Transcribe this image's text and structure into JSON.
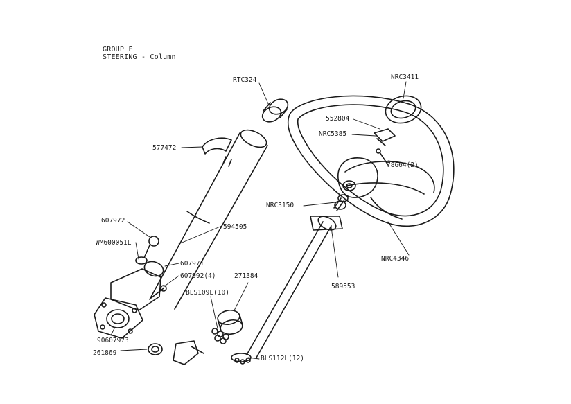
{
  "header": {
    "group": "GROUP F",
    "section": "STEERING - Column"
  },
  "parts": {
    "rtc324": "RTC324",
    "nrc3411": "NRC3411",
    "p552804": "552804",
    "nrc5385": "NRC5385",
    "p577472": "577472",
    "p78664": "78664(2)",
    "nrc3150": "NRC3150",
    "p607972": "607972",
    "p594505": "594505",
    "wm600051l": "WM600051L",
    "nrc4346": "NRC4346",
    "p607971": "607971",
    "p607992": "607992(4)",
    "p271384": "271384",
    "p589553": "589553",
    "bls109l": "BLS109L(10)",
    "p90607973": "90607973",
    "p261869": "261869",
    "bls112l": "BLS112L(12)"
  }
}
